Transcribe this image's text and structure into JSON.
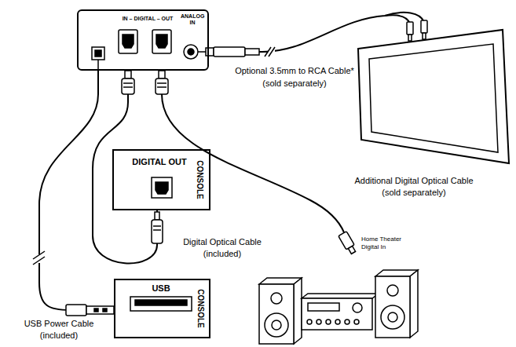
{
  "diagram": {
    "nodes": [
      {
        "text": [
          "IN – DIGITAL – OUT",
          "ANALOG IN"
        ]
      },
      {
        "text": [
          "DIGITAL OUT",
          "CONSOLE"
        ]
      },
      {
        "text": [
          "USB",
          "CONSOLE"
        ]
      }
    ],
    "edges": [
      {
        "from": 0,
        "to": 1,
        "arrow": "none"
      },
      {
        "from": 0,
        "to": 2,
        "arrow": "none"
      }
    ],
    "labels": [
      "Optional 3.5mm to RCA Cable*",
      "(sold separately)",
      "Digital Optical Cable",
      "(included)",
      "Additional Digital Optical Cable",
      "(sold separately)",
      "Home Theater Digital In",
      "USB Power Cable",
      "(included)"
    ]
  }
}
